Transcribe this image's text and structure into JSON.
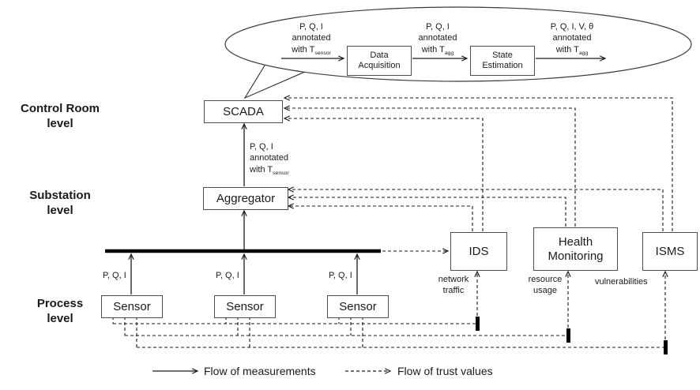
{
  "bubble": {
    "labels": [
      {
        "line1": "P, Q, I",
        "line2": "annotated",
        "line3": "with T",
        "sub": "sensor"
      },
      {
        "line1": "P, Q, I",
        "line2": "annotated",
        "line3": "with T",
        "sub": "agg"
      },
      {
        "line1": "P, Q, I, V, θ",
        "line2": "annotated",
        "line3": "with T",
        "sub": "agg"
      }
    ],
    "process_boxes": [
      {
        "label": "Data Acquisition"
      },
      {
        "label": "State Estimation"
      }
    ]
  },
  "levels": [
    {
      "line1": "Control Room",
      "line2": "level"
    },
    {
      "line1": "Substation",
      "line2": "level"
    },
    {
      "line1": "Process",
      "line2": "level"
    }
  ],
  "boxes": {
    "scada": "SCADA",
    "aggregator": "Aggregator",
    "sensors": [
      "Sensor",
      "Sensor",
      "Sensor"
    ],
    "ids": "IDS",
    "health_monitoring": "Health Monitoring",
    "isms": "ISMS"
  },
  "flow_labels": {
    "to_scada": {
      "line1": "P, Q, I",
      "line2": "annotated",
      "line3": "with T",
      "sub": "sensor"
    },
    "sensor_measurements": [
      "P, Q, I",
      "P, Q, I",
      "P, Q, I"
    ],
    "network_traffic": {
      "line1": "network",
      "line2": "traffic"
    },
    "resource_usage": {
      "line1": "resource",
      "line2": "usage"
    },
    "vulnerabilities": "vulnerabilities"
  },
  "legend": {
    "measurements": "Flow of measurements",
    "trust": "Flow of trust values"
  },
  "colors": {
    "line": "#1a1a1a",
    "box_border": "#4f4f4f"
  }
}
